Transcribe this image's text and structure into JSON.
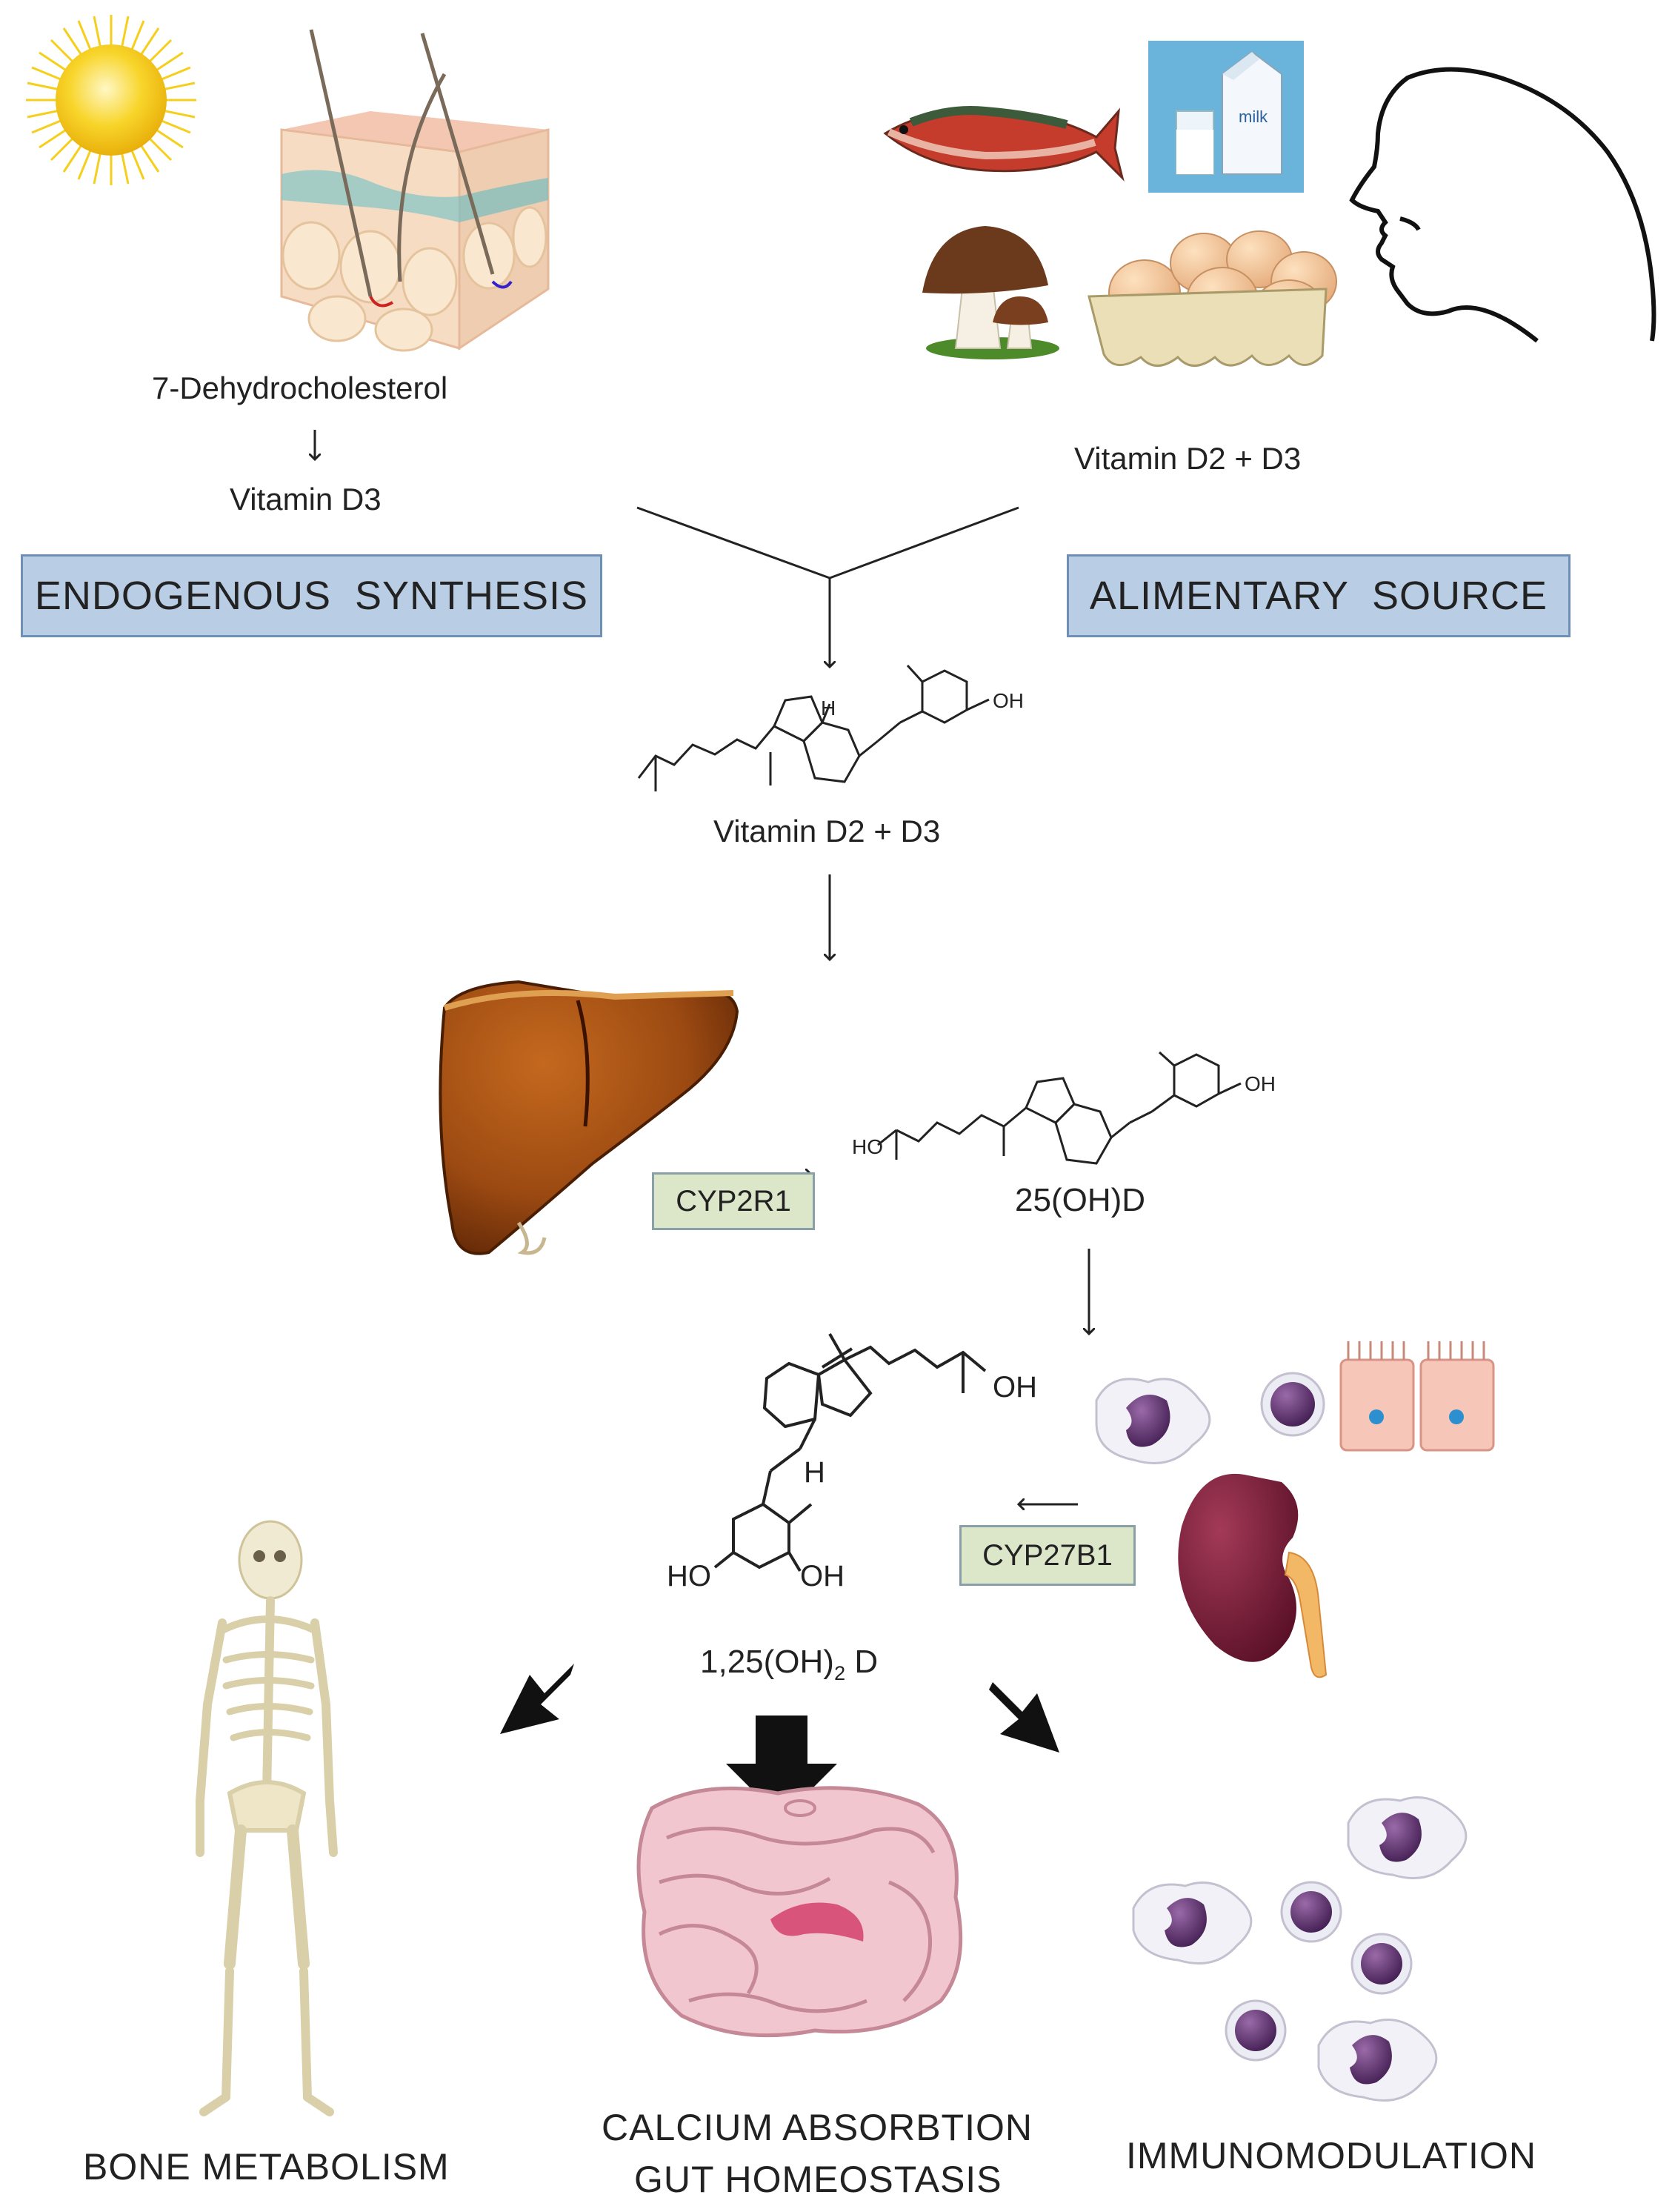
{
  "labels": {
    "dehydro": "7-Dehydrocholesterol",
    "vitd3": "Vitamin D3",
    "vitd2d3_top": "Vitamin D2 + D3",
    "endogenous": "ENDOGENOUS  SYNTHESIS",
    "alimentary": "ALIMENTARY  SOURCE",
    "vitd2d3_mid": "Vitamin D2 + D3",
    "cyp2r1": "CYP2R1",
    "oh25": "25(OH)D",
    "cyp27b1": "CYP27B1",
    "calcitriol_pre": "1,25(OH)",
    "calcitriol_sub": "2",
    "calcitriol_post": " D",
    "bone": "BONE METABOLISM",
    "calcium1": "CALCIUM ABSORBTION",
    "calcium2": "GUT HOMEOSTASIS",
    "immuno": "IMMUNOMODULATION"
  },
  "chem_labels": {
    "oh": "OH",
    "ho": "HO",
    "h": "H",
    "milk": "milk"
  },
  "colors": {
    "box_blue": "#b9cde4",
    "box_green": "#dce7c9",
    "liver": "#9c4a12",
    "kidney": "#7a1f3a",
    "sun": "#f6cf1c",
    "intestine": "#e9aab8"
  },
  "icons": [
    "sun-icon",
    "skin-icon",
    "fish-icon",
    "milk-icon",
    "mushroom-icon",
    "eggs-icon",
    "head-icon",
    "liver-icon",
    "kidney-icon",
    "immune-cell-icon",
    "epithelial-cell-icon",
    "skeleton-icon",
    "intestine-icon"
  ]
}
